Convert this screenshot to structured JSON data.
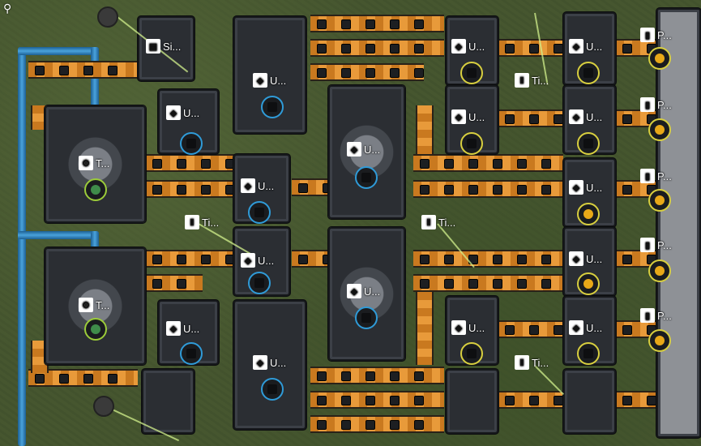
{
  "hud": {
    "search_icon": "search-icon",
    "search_glyph": "⚲"
  },
  "labels": {
    "silo": "Si...",
    "u": "U...",
    "t": "T...",
    "ti": "Ti...",
    "p": "P..."
  },
  "glyphs": {
    "silo": "▤",
    "u": "◆",
    "t": "⚙",
    "ti": "Ⅱ",
    "p": "▮"
  }
}
